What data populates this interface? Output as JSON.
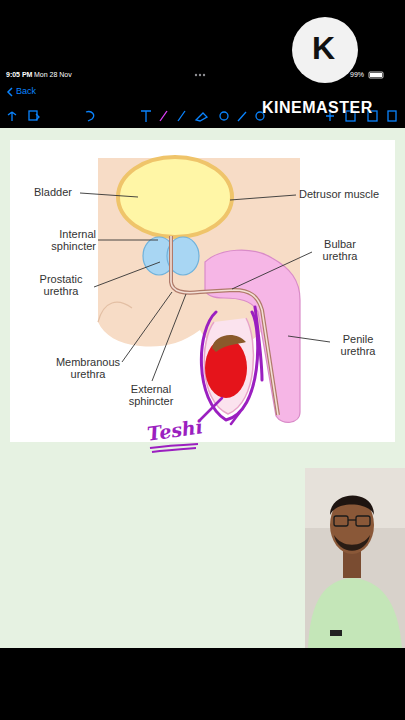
{
  "diagram": {
    "labels": [
      "9:05 PM",
      "Mon 28 Nov",
      "99%",
      "Back",
      "KINEMASTER",
      "K",
      "Bladder",
      "Internal sphincter",
      "Prostatic urethra",
      "Membranous urethra",
      "External sphincter",
      "Detrusor muscle",
      "Bulbar urethra",
      "Penile urethra",
      "Teshi"
    ]
  }
}
